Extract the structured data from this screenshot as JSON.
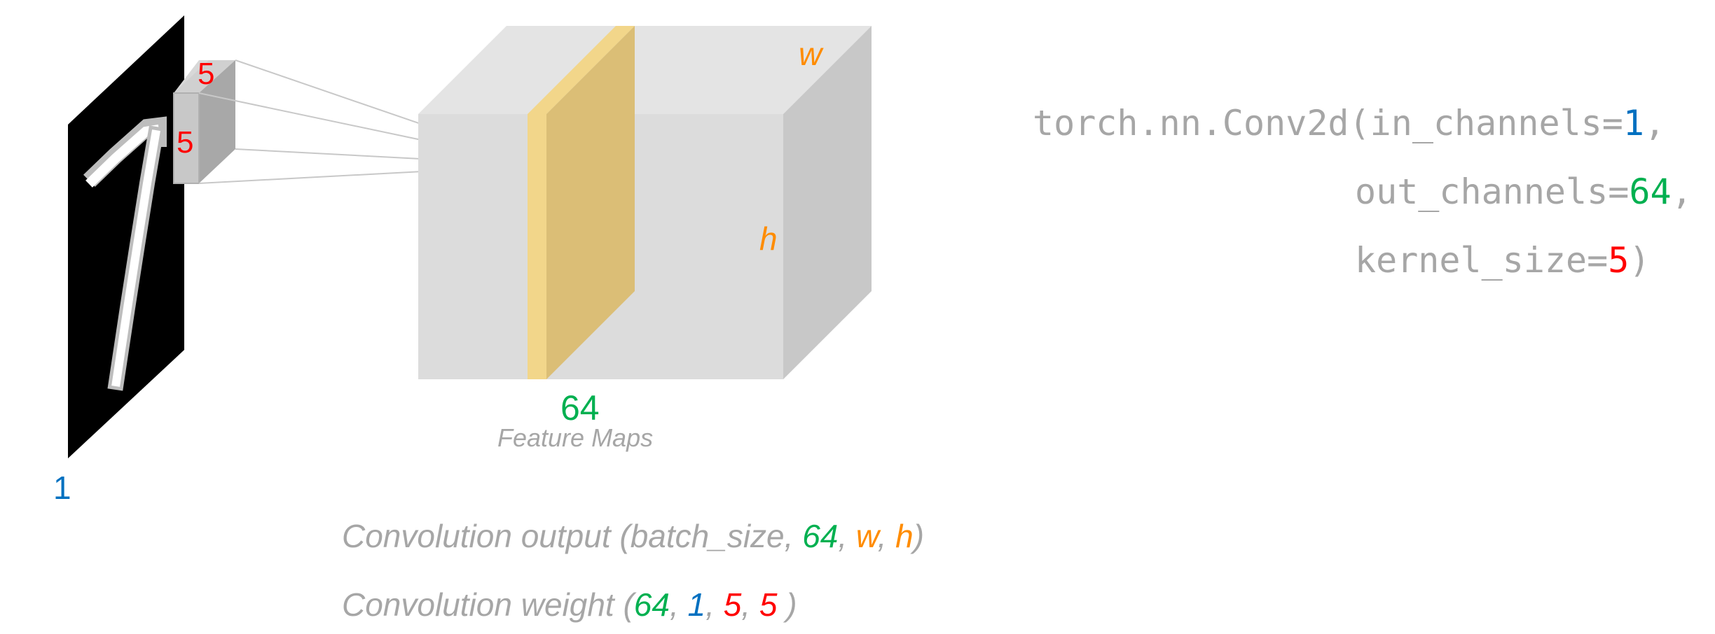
{
  "colors": {
    "grey_text": "#a6a6a6",
    "in_channels": "#0070c0",
    "out_channels": "#00b050",
    "kernel": "#ff0000",
    "spatial": "#ff8c00",
    "feature_slice": "#e8c76a",
    "volume": "#d9d9d9",
    "input_image": "#000000"
  },
  "input": {
    "channel_label": "1",
    "kernel_width_label": "5",
    "kernel_height_label": "5"
  },
  "feature_maps": {
    "width_label": "w",
    "height_label": "h",
    "count_label": "64",
    "caption": "Feature Maps"
  },
  "code": {
    "line1_prefix": "torch.nn.Conv2d(in_channels=",
    "line1_value": "1",
    "line1_suffix": ",",
    "line2_prefix": "out_channels=",
    "line2_value": "64",
    "line2_suffix": ",",
    "line3_prefix": "kernel_size=",
    "line3_value": "5",
    "line3_suffix": ")"
  },
  "output_caption": {
    "prefix": "Convolution output (batch_size, ",
    "channels": "64",
    "sep1": ", ",
    "w": "w",
    "sep2": ", ",
    "h": "h",
    "suffix": ")"
  },
  "weight_caption": {
    "prefix": "Convolution weight (",
    "out": "64",
    "sep1": ", ",
    "in": "1",
    "sep2": ", ",
    "k1": "5",
    "sep3": ", ",
    "k2": "5",
    "suffix": " )"
  }
}
